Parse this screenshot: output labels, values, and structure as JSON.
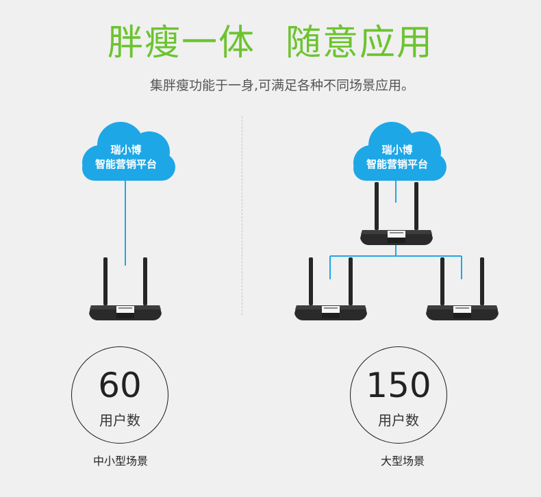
{
  "header": {
    "title_part1": "胖瘦一体",
    "title_part2": "随意应用",
    "subtitle": "集胖瘦功能于一身,可满足各种不同场景应用。"
  },
  "colors": {
    "title_green": "#6cc32f",
    "cloud_blue": "#1ea7e6",
    "line_blue": "#1ea7e6",
    "router_body": "#2a2a2a"
  },
  "left_scene": {
    "cloud_line1": "瑞小博",
    "cloud_line2": "智能营销平台",
    "user_count": "60",
    "user_label": "用户数",
    "scene_label": "中小型场景"
  },
  "right_scene": {
    "cloud_line1": "瑞小博",
    "cloud_line2": "智能营销平台",
    "user_count": "150",
    "user_label": "用户数",
    "scene_label": "大型场景"
  }
}
